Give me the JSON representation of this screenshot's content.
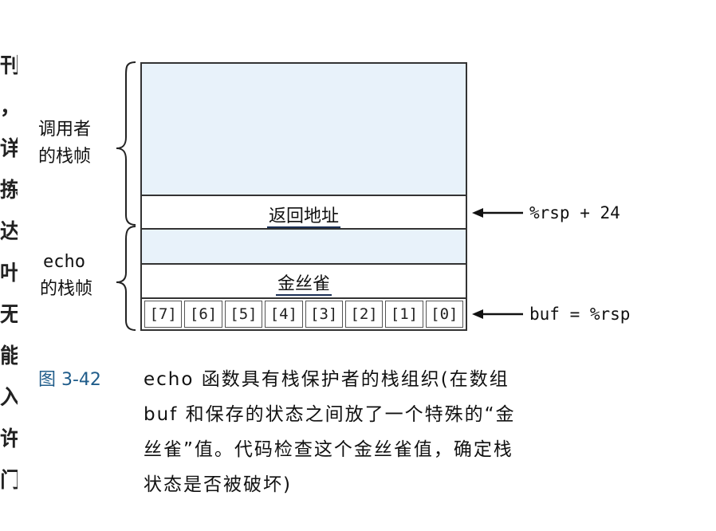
{
  "left_margin_glyphs": [
    "刊",
    "，",
    "详",
    "拣",
    "达",
    "叶",
    "无",
    "能",
    "入",
    "许",
    "门"
  ],
  "diagram": {
    "caller_frame_label": [
      "调用者",
      "的栈帧"
    ],
    "echo_frame_label": [
      "echo",
      "的栈帧"
    ],
    "return_address_label": "返回地址",
    "canary_label": "金丝雀",
    "buffer_cells": [
      "[7]",
      "[6]",
      "[5]",
      "[4]",
      "[3]",
      "[2]",
      "[1]",
      "[0]"
    ],
    "pointers": {
      "return_address": "%rsp + 24",
      "buffer": "buf = %rsp"
    },
    "colors": {
      "shaded_fill": "#e8f2fa",
      "border": "#333333",
      "label_underline": "#1a2f55"
    }
  },
  "figure": {
    "label": "图 3-42",
    "caption_lines": [
      "echo 函数具有栈保护者的栈组织(在数组",
      "buf 和保存的状态之间放了一个特殊的“金",
      "丝雀”值。代码检查这个金丝雀值，确定栈",
      "状态是否被破坏)"
    ]
  }
}
